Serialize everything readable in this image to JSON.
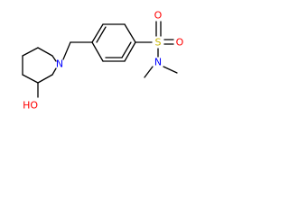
{
  "molecule": {
    "atoms": {
      "n_piperidine": {
        "text": "N",
        "color": "#0000ff"
      },
      "hydroxyl": {
        "text": "HO",
        "color": "#ff0000"
      },
      "sulfur": {
        "text": "S",
        "color": "#c8b400"
      },
      "oxygen_top": {
        "text": "O",
        "color": "#ff0000"
      },
      "oxygen_right": {
        "text": "O",
        "color": "#ff0000"
      },
      "n_sulfonamide": {
        "text": "N",
        "color": "#0000ff"
      }
    },
    "bond_color": "#000000"
  }
}
